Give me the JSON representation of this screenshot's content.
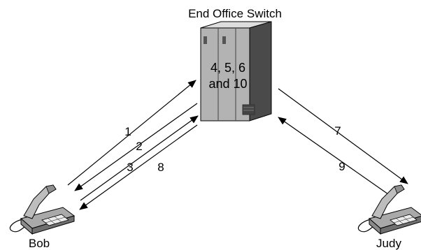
{
  "diagram": {
    "switch_title": "End Office Switch",
    "switch_steps_line1": "4, 5, 6",
    "switch_steps_line2": "and 10",
    "left_party": "Bob",
    "right_party": "Judy",
    "arrows": {
      "a1": "1",
      "a2": "2",
      "a3": "3",
      "a7": "7",
      "a8": "8",
      "a9": "9"
    }
  },
  "colors": {
    "switch_front": "#b3b3b3",
    "switch_top": "#dddddd",
    "switch_side": "#4a4a4a",
    "phone_body": "#a9a9a9",
    "line": "#000000"
  }
}
